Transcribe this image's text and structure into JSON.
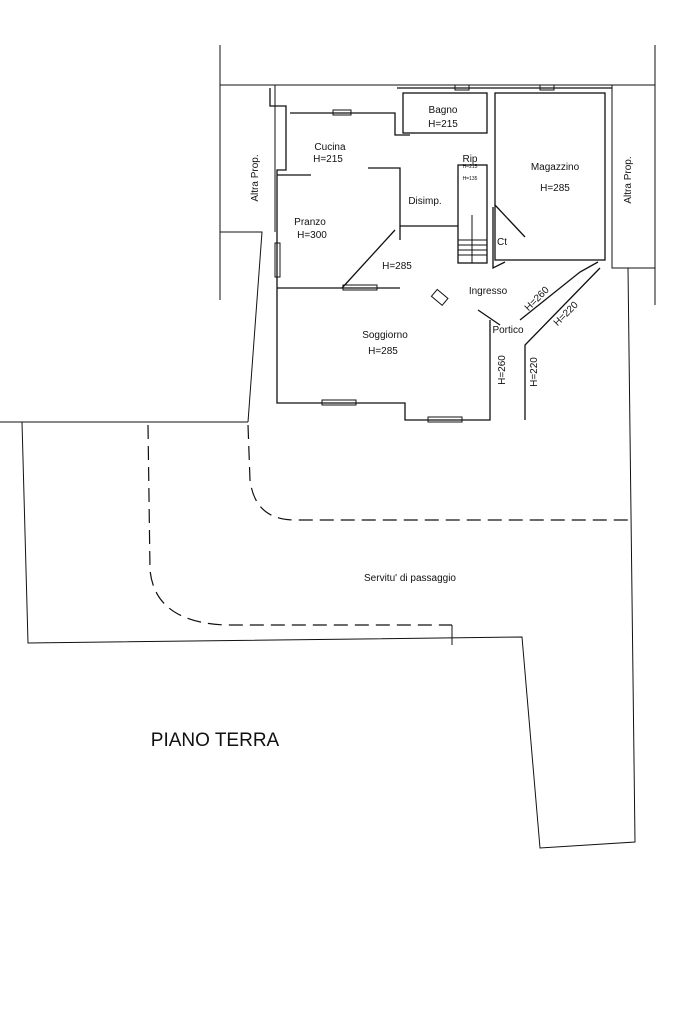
{
  "title": "PIANO TERRA",
  "rooms": {
    "bagno": {
      "name": "Bagno",
      "height": "H=215"
    },
    "cucina": {
      "name": "Cucina",
      "height": "H=215"
    },
    "pranzo": {
      "name": "Pranzo",
      "height": "H=300"
    },
    "disimpegno": {
      "name": "Disimp."
    },
    "ripostiglio": {
      "name": "Rip",
      "height": "H=215",
      "height2": "H=135"
    },
    "magazzino": {
      "name": "Magazzino",
      "height": "H=285"
    },
    "ct": {
      "name": "Ct"
    },
    "ingresso": {
      "name": "Ingresso",
      "height": "H=285"
    },
    "soggiorno": {
      "name": "Soggiorno",
      "height": "H=285"
    },
    "portico": {
      "name": "Portico",
      "height_a": "H=260",
      "height_b": "H=220",
      "height_c": "H=260",
      "height_d": "H=220"
    }
  },
  "neighbours": {
    "left": "Altra Prop.",
    "right": "Altra Prop."
  },
  "easement": "Servitu' di passaggio"
}
